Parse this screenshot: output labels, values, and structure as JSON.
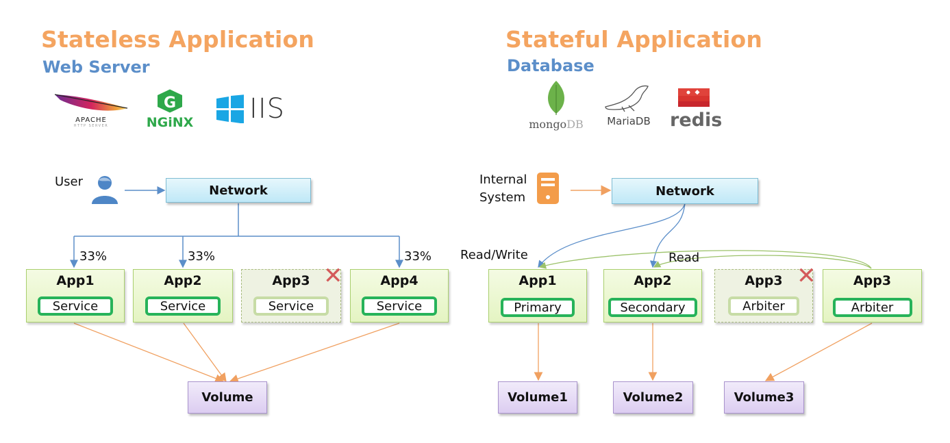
{
  "stateless": {
    "title": "Stateless Application",
    "subtitle": "Web Server",
    "logos": [
      {
        "name": "apache-logo",
        "text": "APACHE",
        "subtext": "HTTP SERVER"
      },
      {
        "name": "nginx-logo",
        "text": "NGiNX"
      },
      {
        "name": "iis-logo",
        "text": "IIS"
      }
    ],
    "client_label": "User",
    "client_icon": "user-icon",
    "network_label": "Network",
    "apps": [
      {
        "name": "App1",
        "service": "Service",
        "status": "up",
        "traffic": "33%"
      },
      {
        "name": "App2",
        "service": "Service",
        "status": "up",
        "traffic": "33%"
      },
      {
        "name": "App3",
        "service": "Service",
        "status": "down",
        "traffic": ""
      },
      {
        "name": "App4",
        "service": "Service",
        "status": "up",
        "traffic": "33%"
      }
    ],
    "volume_label": "Volume"
  },
  "stateful": {
    "title": "Stateful Application",
    "subtitle": "Database",
    "logos": [
      {
        "name": "mongodb-logo",
        "text": "mongo",
        "text2": "DB"
      },
      {
        "name": "mariadb-logo",
        "text": "MariaDB"
      },
      {
        "name": "redis-logo",
        "text": "redis"
      }
    ],
    "client_label_line1": "Internal",
    "client_label_line2": "System",
    "client_icon": "server-icon",
    "network_label": "Network",
    "read_write_label": "Read/Write",
    "read_label": "Read",
    "apps": [
      {
        "name": "App1",
        "role": "Primary",
        "status": "up"
      },
      {
        "name": "App2",
        "role": "Secondary",
        "status": "up"
      },
      {
        "name": "App3",
        "role": "Arbiter",
        "status": "down"
      },
      {
        "name": "App3",
        "role": "Arbiter",
        "status": "up"
      }
    ],
    "volumes": [
      "Volume1",
      "Volume2",
      "Volume3"
    ]
  },
  "colors": {
    "title": "#f4a460",
    "subtitle": "#5b8ec9",
    "network_arrow": "#5b8ec9",
    "storage_arrow": "#f0a060",
    "replication_arrow": "#9cc26a",
    "failure_mark": "#d45a5a",
    "service_border": "#27b35a"
  }
}
